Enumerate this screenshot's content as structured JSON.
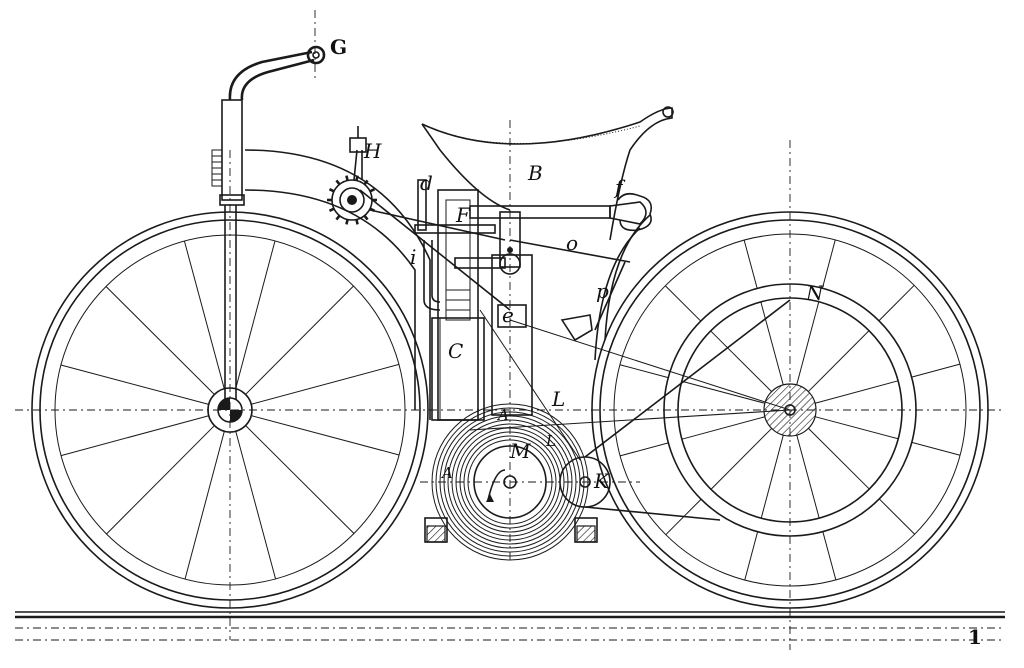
{
  "diagram": {
    "labels": {
      "G": "G",
      "H": "H",
      "B": "B",
      "d": "d",
      "f": "f",
      "F": "F",
      "o": "o",
      "i": "i",
      "p": "p",
      "e": "e",
      "N": "N",
      "C": "C",
      "L": "L",
      "M": "M",
      "A": "A",
      "K": "K",
      "one": "1"
    }
  }
}
